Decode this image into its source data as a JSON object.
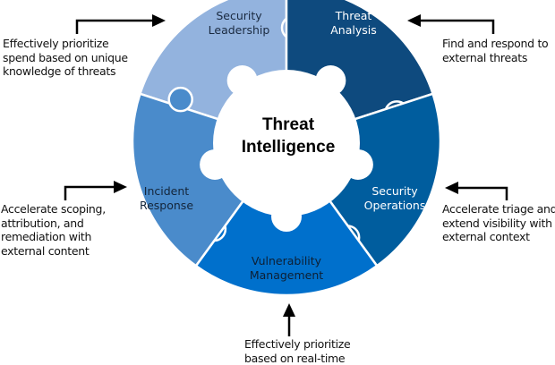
{
  "center": {
    "line1": "Threat",
    "line2": "Intelligence"
  },
  "segments": [
    {
      "line1": "Security",
      "line2": "Leadership",
      "color": "#93b3de",
      "text_color": "#1a2a40"
    },
    {
      "line1": "Threat",
      "line2": "Analysis",
      "color": "#0e4a7e",
      "text_color": "#ffffff"
    },
    {
      "line1": "Security",
      "line2": "Operations",
      "color": "#005d9e",
      "text_color": "#ffffff"
    },
    {
      "line1": "Vulnerability",
      "line2": "Management",
      "color": "#0070cc",
      "text_color": "#0d1f33"
    },
    {
      "line1": "Incident",
      "line2": "Response",
      "color": "#4a8bcb",
      "text_color": "#14263b"
    }
  ],
  "notes": {
    "top_left": [
      "Effectively prioritize",
      "spend based on unique",
      "knowledge of threats"
    ],
    "top_right": [
      "Find and respond to",
      "external threats"
    ],
    "mid_left": [
      "Accelerate scoping,",
      "attribution, and",
      "remediation with",
      "external content"
    ],
    "mid_right": [
      "Accelerate triage and",
      "extend visibility with",
      "external context"
    ],
    "bottom": [
      "Effectively prioritize",
      "based on real-time"
    ]
  }
}
